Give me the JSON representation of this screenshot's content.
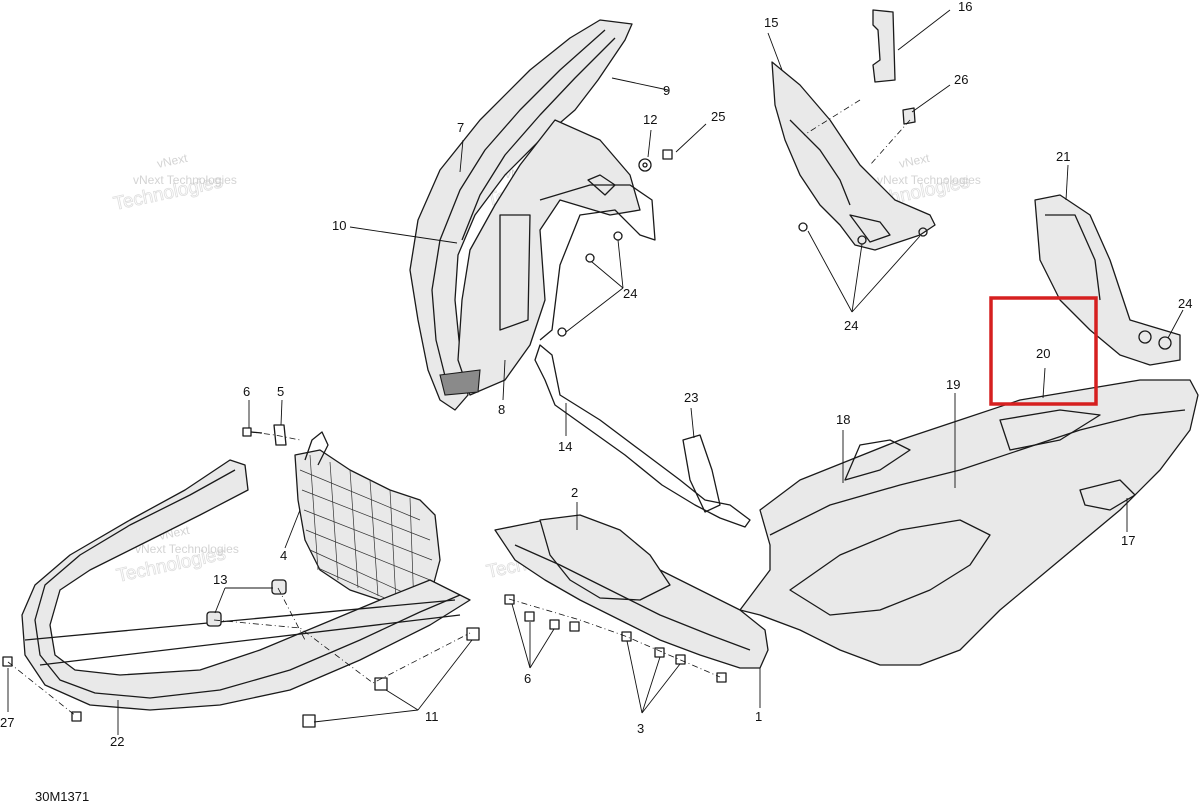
{
  "diagram": {
    "drawing_code": "30M1371",
    "highlight_color": "#d62020",
    "watermark": {
      "line1": "vNext",
      "line2": "vNext Technologies",
      "big": "Technologies"
    },
    "callouts": {
      "c1": "1",
      "c2": "2",
      "c3": "3",
      "c4": "4",
      "c5": "5",
      "c6a": "6",
      "c6b": "6",
      "c7": "7",
      "c8": "8",
      "c9": "9",
      "c10": "10",
      "c11": "11",
      "c12": "12",
      "c13": "13",
      "c14": "14",
      "c15": "15",
      "c16": "16",
      "c17": "17",
      "c18": "18",
      "c19": "19",
      "c20": "20",
      "c21": "21",
      "c22": "22",
      "c23": "23",
      "c24a": "24",
      "c24b": "24",
      "c24c": "24",
      "c25": "25",
      "c26": "26",
      "c27": "27"
    }
  }
}
